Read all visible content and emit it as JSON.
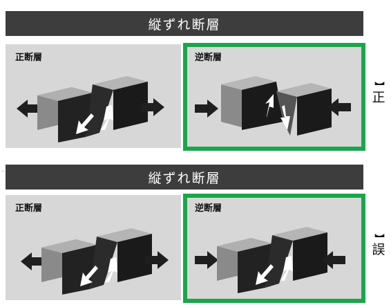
{
  "panels": [
    {
      "title": "縦ずれ断層",
      "left_label": "正断層",
      "right_label": "逆断層",
      "side_label": "正",
      "side_bracket": "】"
    },
    {
      "title": "縦ずれ断層",
      "left_label": "正断層",
      "right_label": "逆断層",
      "side_label": "誤",
      "side_bracket": "】"
    }
  ],
  "stray_mark": "–",
  "colors": {
    "title_bg": "#3d3d3d",
    "box_bg": "#d7d7d7",
    "highlight": "#1aa64a",
    "block_light": "#7a7a7a",
    "block_dark": "#1a1a1a",
    "arrow": "#1f1f1f"
  }
}
